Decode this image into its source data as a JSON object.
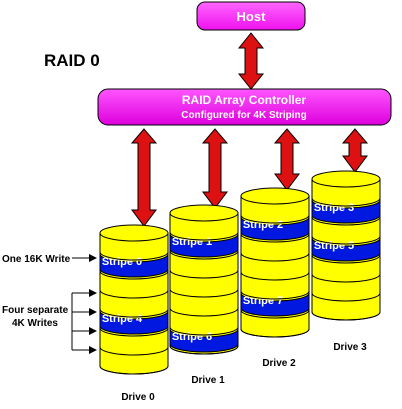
{
  "title": "RAID 0",
  "host": {
    "label": "Host"
  },
  "controller": {
    "line1": "RAID Array Controller",
    "line2": "Configured for 4K Striping"
  },
  "annotations": {
    "write16k": "One 16K Write",
    "write4k_line1": "Four separate",
    "write4k_line2": "4K Writes"
  },
  "drives": [
    {
      "name": "Drive 0",
      "stripes": [
        "Stripe 0",
        "Stripe 4"
      ]
    },
    {
      "name": "Drive 1",
      "stripes": [
        "Stripe 1",
        "Stripe 6"
      ]
    },
    {
      "name": "Drive 2",
      "stripes": [
        "Stripe 2",
        "Stripe 7"
      ]
    },
    {
      "name": "Drive 3",
      "stripes": [
        "Stripe 3",
        "Stripe 5"
      ]
    }
  ],
  "colors": {
    "host_fill": "#ff33ff",
    "controller_fill": "#ee22ee",
    "arrow": "#dd1111",
    "disk_yellow": "#ffff00",
    "stripe_blue": "#0018e0",
    "stripe_text": "#ffffff"
  }
}
